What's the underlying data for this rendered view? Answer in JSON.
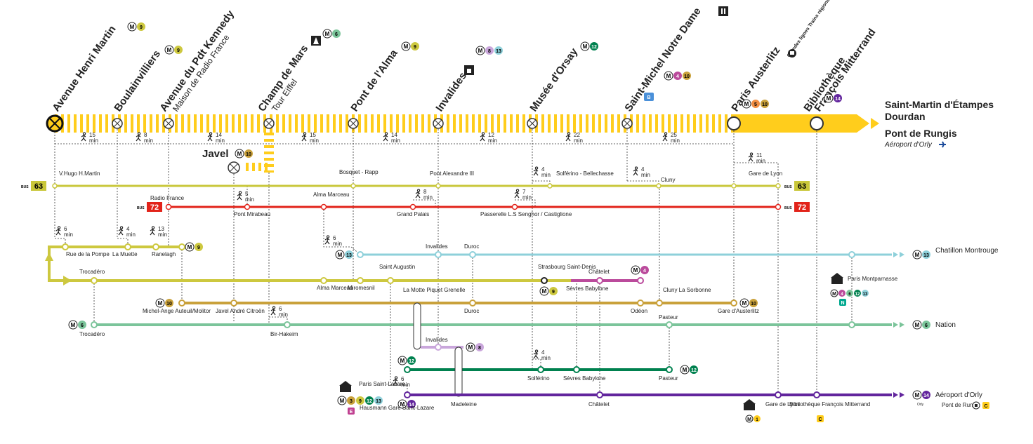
{
  "rer_c": {
    "color": "#FFCD1C",
    "stations": [
      {
        "name": "Avenue Henri Martin",
        "sub": "",
        "lines": [
          "9"
        ]
      },
      {
        "name": "Boulainvilliers",
        "sub": "",
        "lines": [
          "9"
        ]
      },
      {
        "name": "Avenue du Pdt Kennedy",
        "sub": "Maison de Radio France",
        "lines": []
      },
      {
        "name": "Champ de Mars",
        "sub": "Tour Eiffel",
        "lines": [
          "6"
        ]
      },
      {
        "name": "Pont de l'Alma",
        "sub": "",
        "lines": [
          "9"
        ]
      },
      {
        "name": "Invalides",
        "sub": "",
        "lines": [
          "8",
          "13"
        ]
      },
      {
        "name": "Musée d'Orsay",
        "sub": "",
        "lines": [
          "12"
        ]
      },
      {
        "name": "Saint-Michel Notre Dame",
        "sub": "",
        "lines": [
          "4",
          "10"
        ]
      },
      {
        "name": "Paris Austerlitz",
        "sub": "",
        "lines": [
          "5",
          "10"
        ]
      },
      {
        "name": "Bibliothèque",
        "sub": "François Mitterrand",
        "lines": [
          "14"
        ]
      }
    ],
    "walks": [
      {
        "n": "15",
        "u": "min"
      },
      {
        "n": "8",
        "u": "min"
      },
      {
        "n": "14",
        "u": "min"
      },
      {
        "n": "15",
        "u": "min"
      },
      {
        "n": "14",
        "u": "min"
      },
      {
        "n": "12",
        "u": "min"
      },
      {
        "n": "22",
        "u": "min"
      },
      {
        "n": "25",
        "u": "min"
      }
    ],
    "destinations": {
      "line1": "Saint-Martin d'Étampes",
      "line2": "Dourdan",
      "line3": "Pont de Rungis",
      "line4": "Aéroport d'Orly"
    },
    "grandes_lignes": "Grandes lignes Trains régionaux",
    "javel": "Javel"
  },
  "bus63": {
    "number": "63",
    "color": "#C9C73A",
    "badge": "BUS",
    "stops": [
      "V.Hugo H.Martin",
      "Bosquet - Rapp",
      "Pont Alexandre III",
      "Solférino - Bellechasse",
      "Cluny",
      "Gare de Lyon"
    ],
    "walk_solferino": "4",
    "walk_cluny": "4",
    "walk_gare": "11"
  },
  "bus72": {
    "number": "72",
    "color": "#E2231A",
    "stops": [
      "Radio France",
      "Pont Mirabeau",
      "Alma Marceau",
      "Grand Palais",
      "Passerelle L.S Senghor / Castiglione"
    ],
    "walk_mirabeau": "5",
    "walk_grandpalais": "8",
    "walk_passerelle": "7"
  },
  "metro9": {
    "number": "9",
    "color": "#CDC83F",
    "branch": [
      "Rue de la Pompe",
      "La Muette",
      "Ranelagh"
    ],
    "walks": [
      "6",
      "4",
      "13"
    ],
    "main": [
      "Trocadéro",
      "Alma Marceau",
      "Miromesnil",
      "Saint Augustin",
      "Strasbourg Saint-Denis"
    ],
    "walk_alma": "6"
  },
  "metro13": {
    "number": "13",
    "color": "#8ED0DA",
    "stops": [
      "Invalides",
      "Duroc"
    ],
    "terminus": "Chatillon Montrouge"
  },
  "metro4": {
    "number": "4",
    "color": "#BB4B9C",
    "stops": [
      "Châtelet"
    ]
  },
  "metro10": {
    "number": "10",
    "color": "#C9A13B",
    "stops": [
      "Michel-Ange Auteuil/Molitor",
      "Javel André Citroën",
      "La Motte Piquet Grenelle",
      "Duroc",
      "Odéon",
      "Cluny La Sorbonne",
      "Gare d'Austerlitz"
    ]
  },
  "metro6": {
    "number": "6",
    "color": "#7BC49A",
    "stops": [
      "Trocadéro",
      "Bir-Hakeim",
      "Pasteur"
    ],
    "terminus": "Nation",
    "walk_bir": "6"
  },
  "metro8": {
    "number": "8",
    "color": "#C9A6DB",
    "stops": [
      "Invalides"
    ]
  },
  "metro12": {
    "number": "12",
    "color": "#00814F",
    "stops": [
      "Solférino",
      "Sèvres Babylone",
      "Pasteur"
    ],
    "walk": "4"
  },
  "metro14": {
    "number": "14",
    "color": "#62259D",
    "stops": [
      "Paris Saint-Lazare",
      "Madeleine",
      "Châtelet",
      "Gare de Lyon",
      "Bibliothèque François Mitterrand"
    ],
    "terminus": "Aéroport d'Orly",
    "walk": "6"
  },
  "hubs": {
    "montparnasse": "Paris Montparnasse",
    "saint_lazare": "Paris Saint-Lazare",
    "hausmann": "Hausmann Gare Saint-Lazare",
    "sevres_babylone": "Sèvres Babylone",
    "chatelet": "Châtelet",
    "pont_rungis": "Pont de Rungis",
    "orly_label": "Orly"
  }
}
